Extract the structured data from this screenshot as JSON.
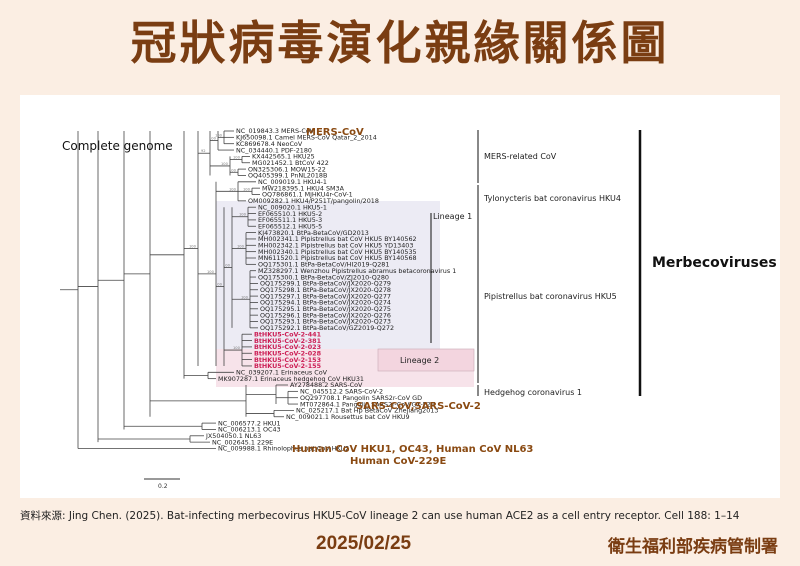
{
  "header": {
    "title": "冠狀病毒演化親緣關係圖"
  },
  "tree": {
    "panel_label": "Complete genome",
    "leaves": [
      "NC_019843.3 MERS-CoV",
      "KJ650098.1 Camel MERS-CoV Qatar_2_2014",
      "KC869678.4 NeoCoV",
      "NC_034440.1 PDF-2180",
      "KX442565.1 HKU25",
      "MG021452.1 BtCoV 422",
      "ON325306.1 MOW15-22",
      "OQ405399.1 PnNL2018B",
      "NC_009019.1 HKU4-1",
      "MW218395.1 HKU4 SM3A",
      "OQ786861.1 MjHKU4r-CoV-1",
      "OM009282.1 HKU4/P251T/pangolin/2018",
      "NC_009020.1 HKU5-1",
      "EF065510.1 HKU5-2",
      "EF065511.1 HKU5-3",
      "EF065512.1 HKU5-5",
      "KJ473820.1 BtPa-BetaCoV/GD2013",
      "MH002341.1 Pipistrellus bat CoV HKU5 BY140562",
      "MH002342.1 Pipistrellus bat CoV HKU5 YD13403",
      "MH002340.1 Pipistrellus bat CoV HKU5 BY140535",
      "MN611520.1 Pipistrellus bat CoV HKU5 BY140568",
      "OQ175301.1 BtPa-BetaCoV/HI2019-Q281",
      "MZ328297.1 Wenzhou Pipistrellus abramus betacoronavirus 1",
      "OQ175300.1 BtPa-BetaCoV/ZJ2010-Q280",
      "OQ175299.1 BtPa-BetaCoV/JX2020-Q279",
      "OQ175298.1 BtPa-BetaCoV/JX2020-Q278",
      "OQ175297.1 BtPa-BetaCoV/JX2020-Q277",
      "OQ175294.1 BtPa-BetaCoV/JX2020-Q274",
      "OQ175295.1 BtPa-BetaCoV/JX2020-Q275",
      "OQ175296.1 BtPa-BetaCoV/JX2020-Q276",
      "OQ175293.1 BtPa-BetaCoV/JX2020-Q273",
      "OQ175292.1 BtPa-BetaCoV/GZ2019-Q272",
      "BtHKU5-CoV-2-441",
      "BtHKU5-CoV-2-381",
      "BtHKU5-CoV-2-023",
      "BtHKU5-CoV-2-028",
      "BtHKU5-CoV-2-153",
      "BtHKU5-CoV-2-155",
      "NC_039207.1 Erinaceus CoV",
      "MK907287.1 Erinaceus hedgehog CoV HKU31",
      "AY278488.2 SARS-CoV",
      "NC_045512.2 SARS-CoV-2",
      "OQ297708.1 Pangolin SARS2r-CoV GD",
      "MT072864.1 Pangolin SARS2r-CoV GX-P2V",
      "NC_025217.1 Bat Hp BetaCoV Zhejiang2013",
      "NC_009021.1 Rousettus bat CoV HKU9",
      "NC_006577.2 HKU1",
      "NC_006213.1 OC43",
      "JX504050.1 NL63",
      "NC_002645.1 229E",
      "NC_009988.1 Rhinolophus bat CoV HKU2"
    ],
    "highlight_leaves": [
      "BtHKU5-CoV-2-441",
      "BtHKU5-CoV-2-381",
      "BtHKU5-CoV-2-023",
      "BtHKU5-CoV-2-028",
      "BtHKU5-CoV-2-153",
      "BtHKU5-CoV-2-155"
    ],
    "bootstrap_labels": [
      "100",
      "100",
      "100",
      "100",
      "100",
      "92",
      "100",
      "100",
      "100",
      "100",
      "100",
      "100",
      "100",
      "100",
      "100",
      "100"
    ],
    "lineage_boxes": {
      "lineage1": "Lineage 1",
      "lineage2": "Lineage 2"
    },
    "groups": {
      "mers_related": "MERS-related CoV",
      "tylonycteris": "Tylonycteris bat coronavirus HKU4",
      "pipistrellus": "Pipistrellus bat coronavirus HKU5",
      "hedgehog": "Hedgehog coronavirus 1",
      "merbeco": "Merbecoviruses"
    },
    "annotations": {
      "mers": "MERS-CoV",
      "sars": "SARS-CoV,SARS-CoV-2",
      "hku1_oc43_nl63": "Human CoV HKU1, OC43, Human CoV NL63",
      "hcov229e": "Human CoV-229E"
    },
    "scale_bar": "0.2",
    "colors": {
      "brand": "#7a3d12",
      "highlight": "#cc1f55",
      "lineage_shade": "#ecebf4",
      "lineage2_shade": "#f7e3ea"
    }
  },
  "footer": {
    "source": "資料來源: Jing Chen. (2025). Bat-infecting  merbecovirus HKU5-CoV lineage 2 can use human ACE2 as a cell entry receptor. Cell 188: 1–14",
    "date": "2025/02/25",
    "org": "衛生福利部疾病管制署"
  }
}
